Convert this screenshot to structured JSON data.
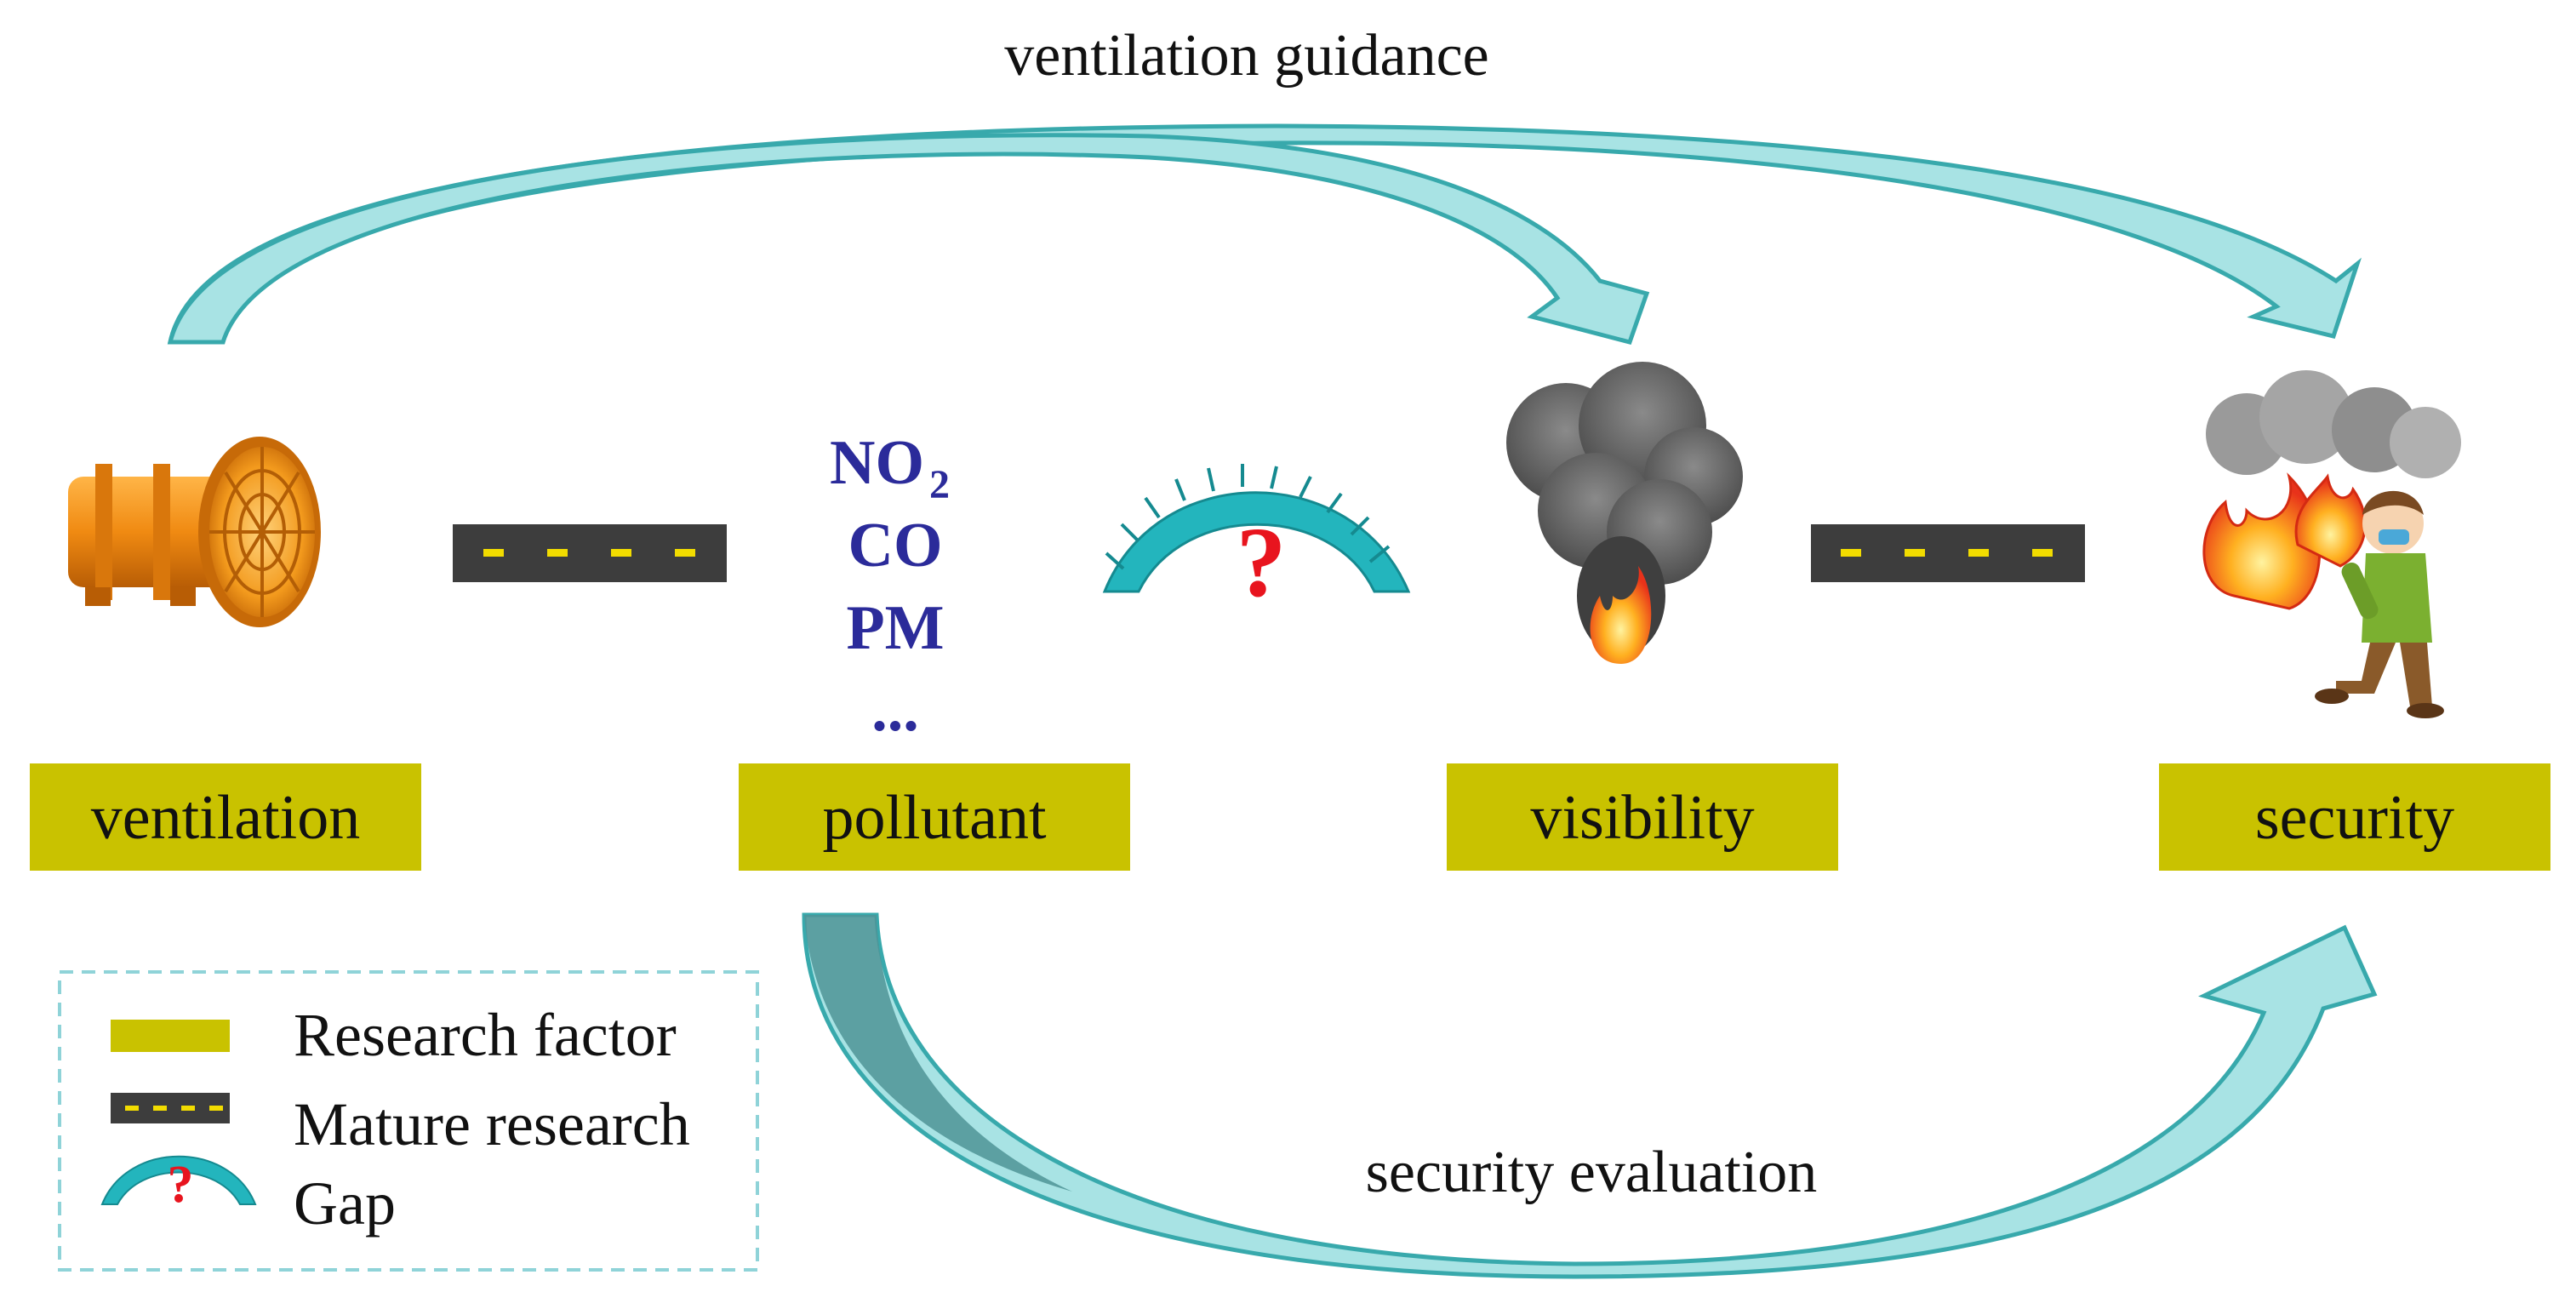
{
  "colors": {
    "factor_box": "#c9c200",
    "road": "#3d3d3d",
    "road_dash": "#f2dc00",
    "arrow_fill": "#a8e3e4",
    "arrow_edge": "#38a9ac",
    "legend_border": "#8fd3d8",
    "pollutant_text": "#2b2b9a",
    "question_mark": "#e8141e"
  },
  "arrows": {
    "top_label": "ventilation guidance",
    "bottom_label": "security evaluation"
  },
  "factors": [
    {
      "label": "ventilation",
      "icon": "fan-icon"
    },
    {
      "label": "pollutant",
      "icon": "pollutant-list"
    },
    {
      "label": "visibility",
      "icon": "smoke-fire-icon"
    },
    {
      "label": "security",
      "icon": "fleeing-person-icon"
    }
  ],
  "pollutants": {
    "no2_main": "NO",
    "no2_sub": "2",
    "co": "CO",
    "pm": "PM",
    "ellipsis": "..."
  },
  "gap_symbol": "?",
  "legend": [
    {
      "label": "Research factor",
      "icon": "research-factor-swatch"
    },
    {
      "label": "Mature research",
      "icon": "road-swatch"
    },
    {
      "label": "Gap",
      "icon": "bridge-gap-icon"
    }
  ]
}
